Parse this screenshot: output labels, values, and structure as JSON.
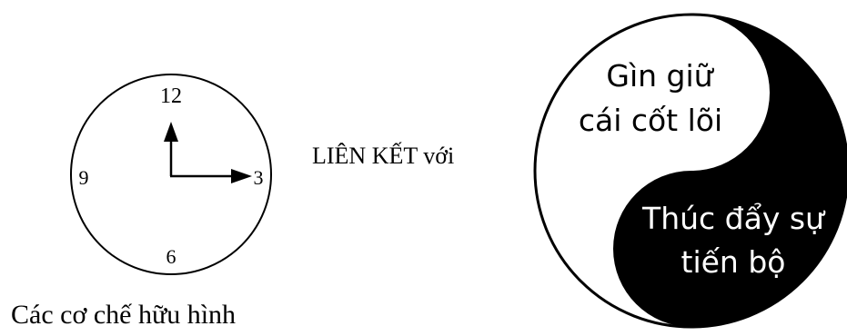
{
  "clock": {
    "numerals": {
      "twelve": "12",
      "three": "3",
      "six": "6",
      "nine": "9"
    },
    "caption": "Các cơ chế hữu hình"
  },
  "connector": {
    "label": "LIÊN KẾT với"
  },
  "yin_yang": {
    "top_text": [
      "Gìn giữ",
      "cái cốt lõi"
    ],
    "bottom_text": [
      "Thúc đẩy sự",
      "tiến bộ"
    ]
  },
  "colors": {
    "ink": "#000000",
    "paper": "#ffffff"
  }
}
